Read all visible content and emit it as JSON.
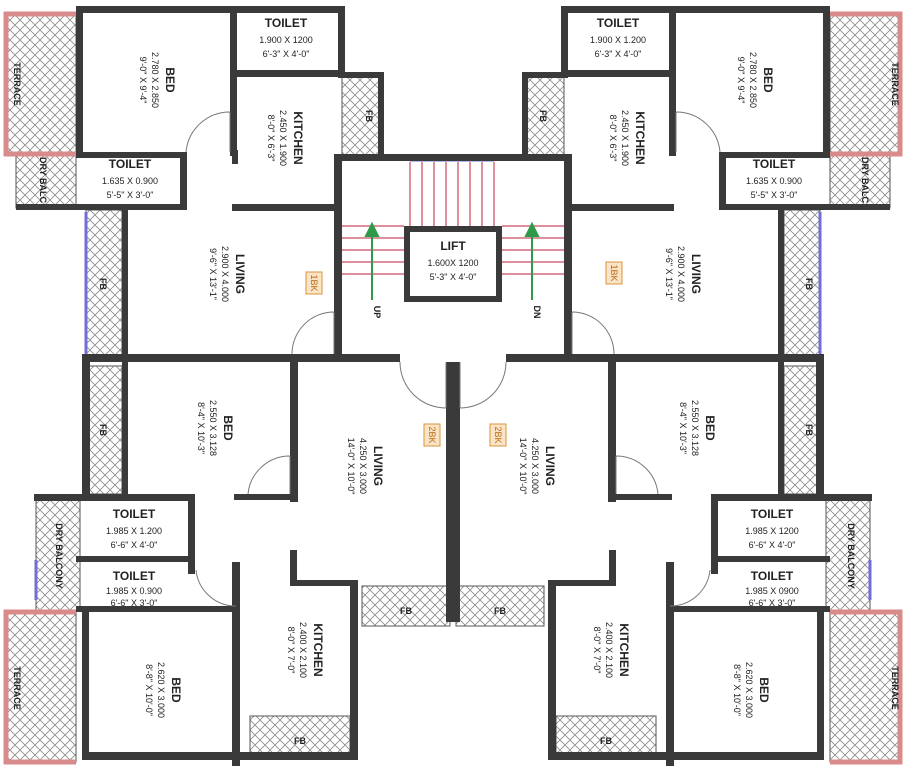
{
  "rooms": {
    "tl_bed": {
      "name": "BED",
      "dim1": "2.780 X 2.850",
      "dim2": "9'-0\" X 9'-4\""
    },
    "tl_toilet_top": {
      "name": "TOILET",
      "dim1": "1.900 X 1200",
      "dim2": "6'-3\" X 4'-0\""
    },
    "tl_kitchen": {
      "name": "KITCHEN",
      "dim1": "2.450 X 1.900",
      "dim2": "8'-0\" X 6'-3\""
    },
    "tl_toilet2": {
      "name": "TOILET",
      "dim1": "1.635 X 0.900",
      "dim2": "5'-5\" X 3'-0\""
    },
    "tl_living": {
      "name": "LIVING",
      "dim1": "2.900 X 4.000",
      "dim2": "9'-6\" X 13'-1\""
    },
    "tr_bed": {
      "name": "BED",
      "dim1": "2.780 X 2.850",
      "dim2": "9'-0\" X 9'-4\""
    },
    "tr_toilet_top": {
      "name": "TOILET",
      "dim1": "1.900 X 1.200",
      "dim2": "6'-3\" X 4'-0\""
    },
    "tr_kitchen": {
      "name": "KITCHEN",
      "dim1": "2.450 X 1.900",
      "dim2": "8'-0\" X 6'-3\""
    },
    "tr_toilet2": {
      "name": "TOILET",
      "dim1": "1.635 X 0.900",
      "dim2": "5'-5\" X 3'-0\""
    },
    "tr_living": {
      "name": "LIVING",
      "dim1": "2.900 X 4.000",
      "dim2": "9'-6\" X 13'-1\""
    },
    "lift": {
      "name": "LIFT",
      "dim1": "1.600X 1200",
      "dim2": "5'-3\" X 4'-0\""
    },
    "ml_bed": {
      "name": "BED",
      "dim1": "2.550 X 3.128",
      "dim2": "8'-4\" X 10'-3\""
    },
    "ml_living": {
      "name": "LIVING",
      "dim1": "4.250 X 3.000",
      "dim2": "14'-0\" X 10'-0\""
    },
    "mr_living": {
      "name": "LIVING",
      "dim1": "4.250 X 3.000",
      "dim2": "14'-0\" X 10'-0\""
    },
    "mr_bed": {
      "name": "BED",
      "dim1": "2.550 X 3.128",
      "dim2": "8'-4\" X 10'-3\""
    },
    "bl_toilet1": {
      "name": "TOILET",
      "dim1": "1.985 X 1.200",
      "dim2": "6'-6\" X 4'-0\""
    },
    "bl_toilet2": {
      "name": "TOILET",
      "dim1": "1.985 X 0.900",
      "dim2": "6'-6\" X 3'-0\""
    },
    "bl_bed": {
      "name": "BED",
      "dim1": "2.620 X 3.000",
      "dim2": "8'-8\" X 10'-0\""
    },
    "bl_kitchen": {
      "name": "KITCHEN",
      "dim1": "2.400 X 2.100",
      "dim2": "8'-0\" X 7'-0\""
    },
    "br_toilet1": {
      "name": "TOILET",
      "dim1": "1.985 X 1200",
      "dim2": "6'-6\" X 4'-0\""
    },
    "br_toilet2": {
      "name": "TOILET",
      "dim1": "1.985 X 0900",
      "dim2": "6'-6\" X 3'-0\""
    },
    "br_bed": {
      "name": "BED",
      "dim1": "2.620 X 3.000",
      "dim2": "8'-8\" X 10'-0\""
    },
    "br_kitchen": {
      "name": "KITCHEN",
      "dim1": "2.400 X 2.100",
      "dim2": "8'-0\" X 7'-0\""
    }
  },
  "labels": {
    "terrace": "TERRACE",
    "dry_balcony_short": "DRY BALC",
    "dry_balcony": "DRY BALCONY",
    "fb": "FB",
    "up": "UP",
    "dn": "DN",
    "flat_tl": "1BK",
    "flat_tr": "1BK",
    "flat_ml": "2BK",
    "flat_mr": "2BK"
  },
  "colors": {
    "wall": "#3a3a3a",
    "terrace_edge": "#d98a8a",
    "window": "#6f6fd6",
    "stair": "#d26a7a",
    "arrow": "#2c9a4a",
    "tag_fill": "#fbe3c6"
  }
}
